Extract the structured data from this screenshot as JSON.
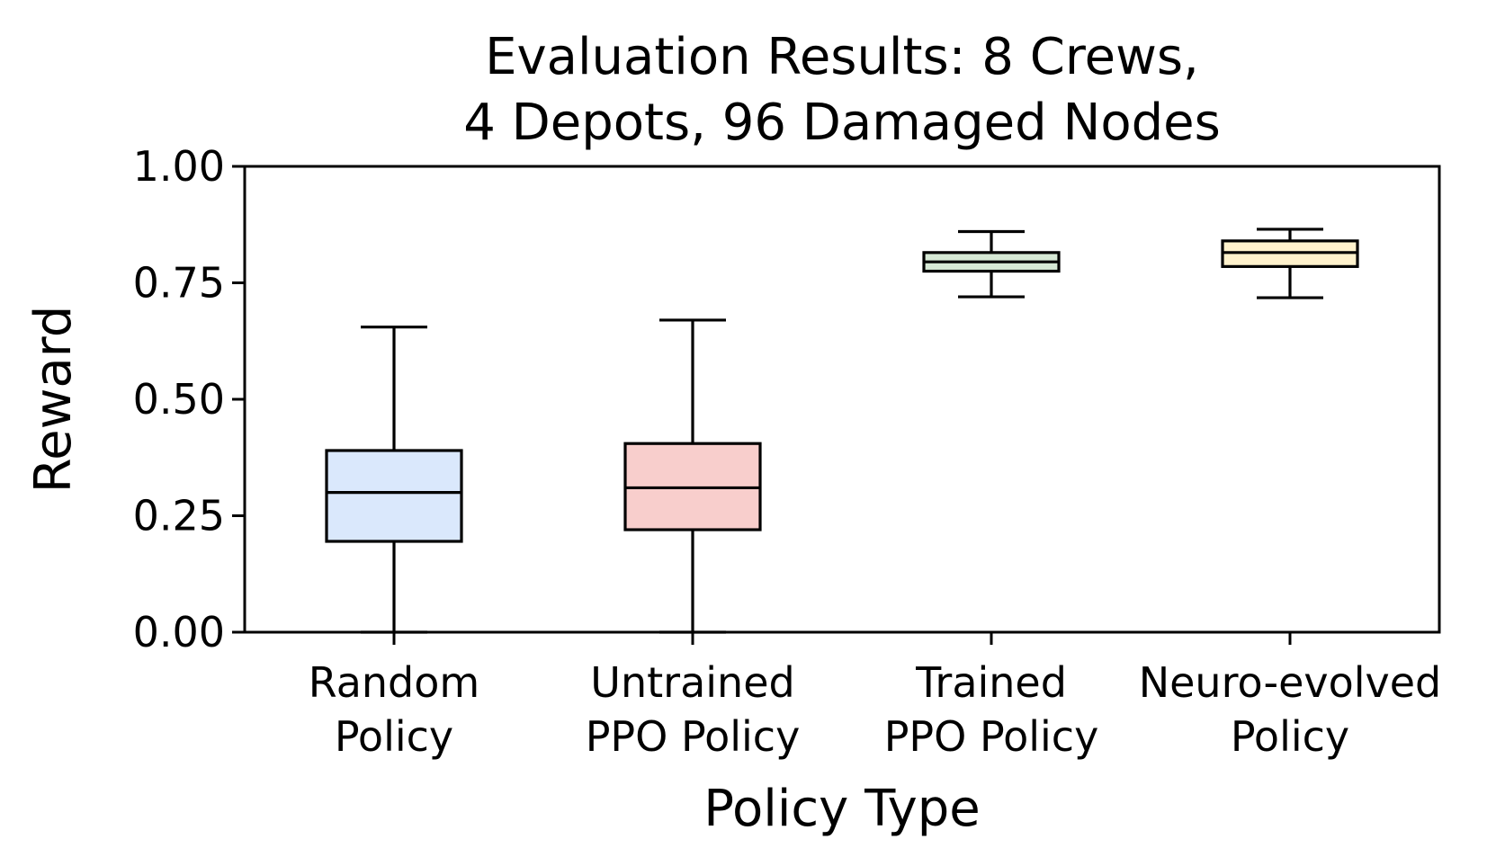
{
  "chart_data": {
    "type": "box",
    "title_lines": [
      "Evaluation Results: 8 Crews,",
      "4 Depots, 96 Damaged Nodes"
    ],
    "xlabel": "Policy Type",
    "ylabel": "Reward",
    "ylim": [
      0,
      1
    ],
    "yticks": [
      "0.00",
      "0.25",
      "0.50",
      "0.75",
      "1.00"
    ],
    "grid": false,
    "categories": [
      {
        "lines": [
          "Random",
          "Policy"
        ]
      },
      {
        "lines": [
          "Untrained",
          "PPO Policy"
        ]
      },
      {
        "lines": [
          "Trained",
          "PPO Policy"
        ]
      },
      {
        "lines": [
          "Neuro-evolved",
          "Policy"
        ]
      }
    ],
    "boxes": [
      {
        "min": 0.0,
        "q1": 0.195,
        "median": 0.3,
        "q3": 0.39,
        "max": 0.655,
        "color": "#dae8fc"
      },
      {
        "min": 0.0,
        "q1": 0.22,
        "median": 0.31,
        "q3": 0.405,
        "max": 0.67,
        "color": "#f8cecc"
      },
      {
        "min": 0.72,
        "q1": 0.775,
        "median": 0.795,
        "q3": 0.815,
        "max": 0.86,
        "color": "#d5e8d4"
      },
      {
        "min": 0.718,
        "q1": 0.785,
        "median": 0.815,
        "q3": 0.84,
        "max": 0.865,
        "color": "#fff2cc"
      }
    ]
  }
}
